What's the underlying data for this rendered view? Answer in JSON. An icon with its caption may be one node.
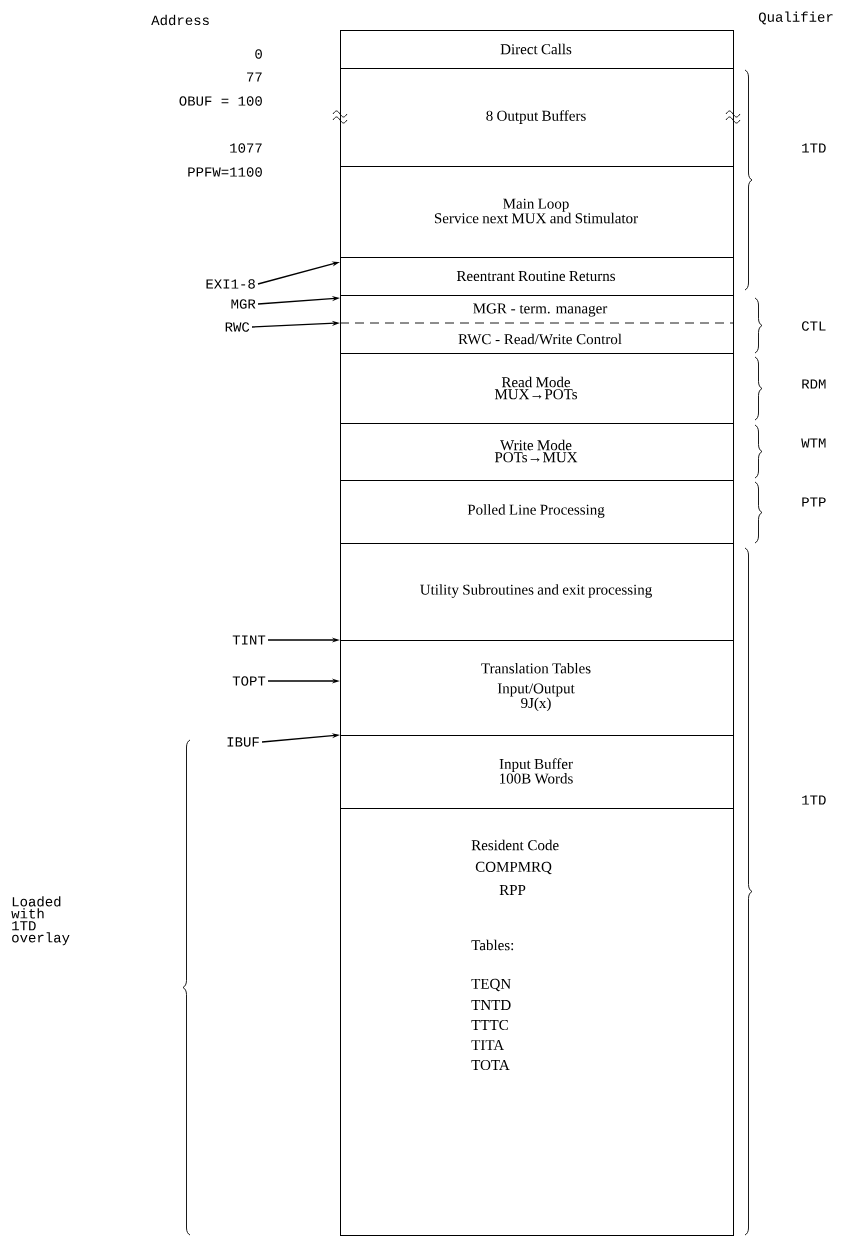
{
  "diagram": {
    "nodes": [
      {
        "text": [
          "Direct Calls"
        ]
      },
      {
        "text": [
          "8 Output Buffers"
        ]
      },
      {
        "text": [
          "Main Loop",
          "Service next MUX and Stimulator"
        ]
      },
      {
        "text": [
          "Reentrant Routine Returns"
        ]
      },
      {
        "text": [
          "MGR - term. manager",
          "RWC - Read/Write Control"
        ]
      },
      {
        "text": [
          "Read Mode",
          "MUX→POTs"
        ]
      },
      {
        "text": [
          "Write Mode",
          "POTs→MUX"
        ]
      },
      {
        "text": [
          "Polled Line Processing"
        ]
      },
      {
        "text": [
          "Utility Subroutines and exit processing"
        ]
      },
      {
        "text": [
          "Translation Tables",
          "Input/Output",
          "9J(x)"
        ]
      },
      {
        "text": [
          "Input Buffer",
          "100B Words"
        ]
      },
      {
        "text": [
          "Resident Code",
          "COMPMRQ",
          "RPP",
          "Tables:",
          "TEQN",
          "TNTD",
          "TTTC",
          "TITA",
          "TOTA"
        ]
      },
      {
        "text": [
          "EXI1-8"
        ]
      },
      {
        "text": [
          "MGR"
        ]
      },
      {
        "text": [
          "RWC"
        ]
      },
      {
        "text": [
          "TINT"
        ]
      },
      {
        "text": [
          "TOPT"
        ]
      },
      {
        "text": [
          "IBUF"
        ]
      }
    ],
    "edges": [
      {
        "from": 12,
        "to": 3,
        "arrow": "to"
      },
      {
        "from": 13,
        "to": 4,
        "arrow": "to"
      },
      {
        "from": 14,
        "to": 4,
        "arrow": "to"
      },
      {
        "from": 15,
        "to": 9,
        "arrow": "to"
      },
      {
        "from": 16,
        "to": 9,
        "arrow": "to"
      },
      {
        "from": 17,
        "to": 10,
        "arrow": "to"
      }
    ],
    "labels": [
      "Address",
      "Qualifier",
      "0",
      "77",
      "OBUF = 100",
      "1077",
      "PPFW=1100",
      "1TD",
      "CTL",
      "RDM",
      "WTM",
      "PTP",
      "1TD",
      "Loaded with 1TD overlay"
    ]
  }
}
